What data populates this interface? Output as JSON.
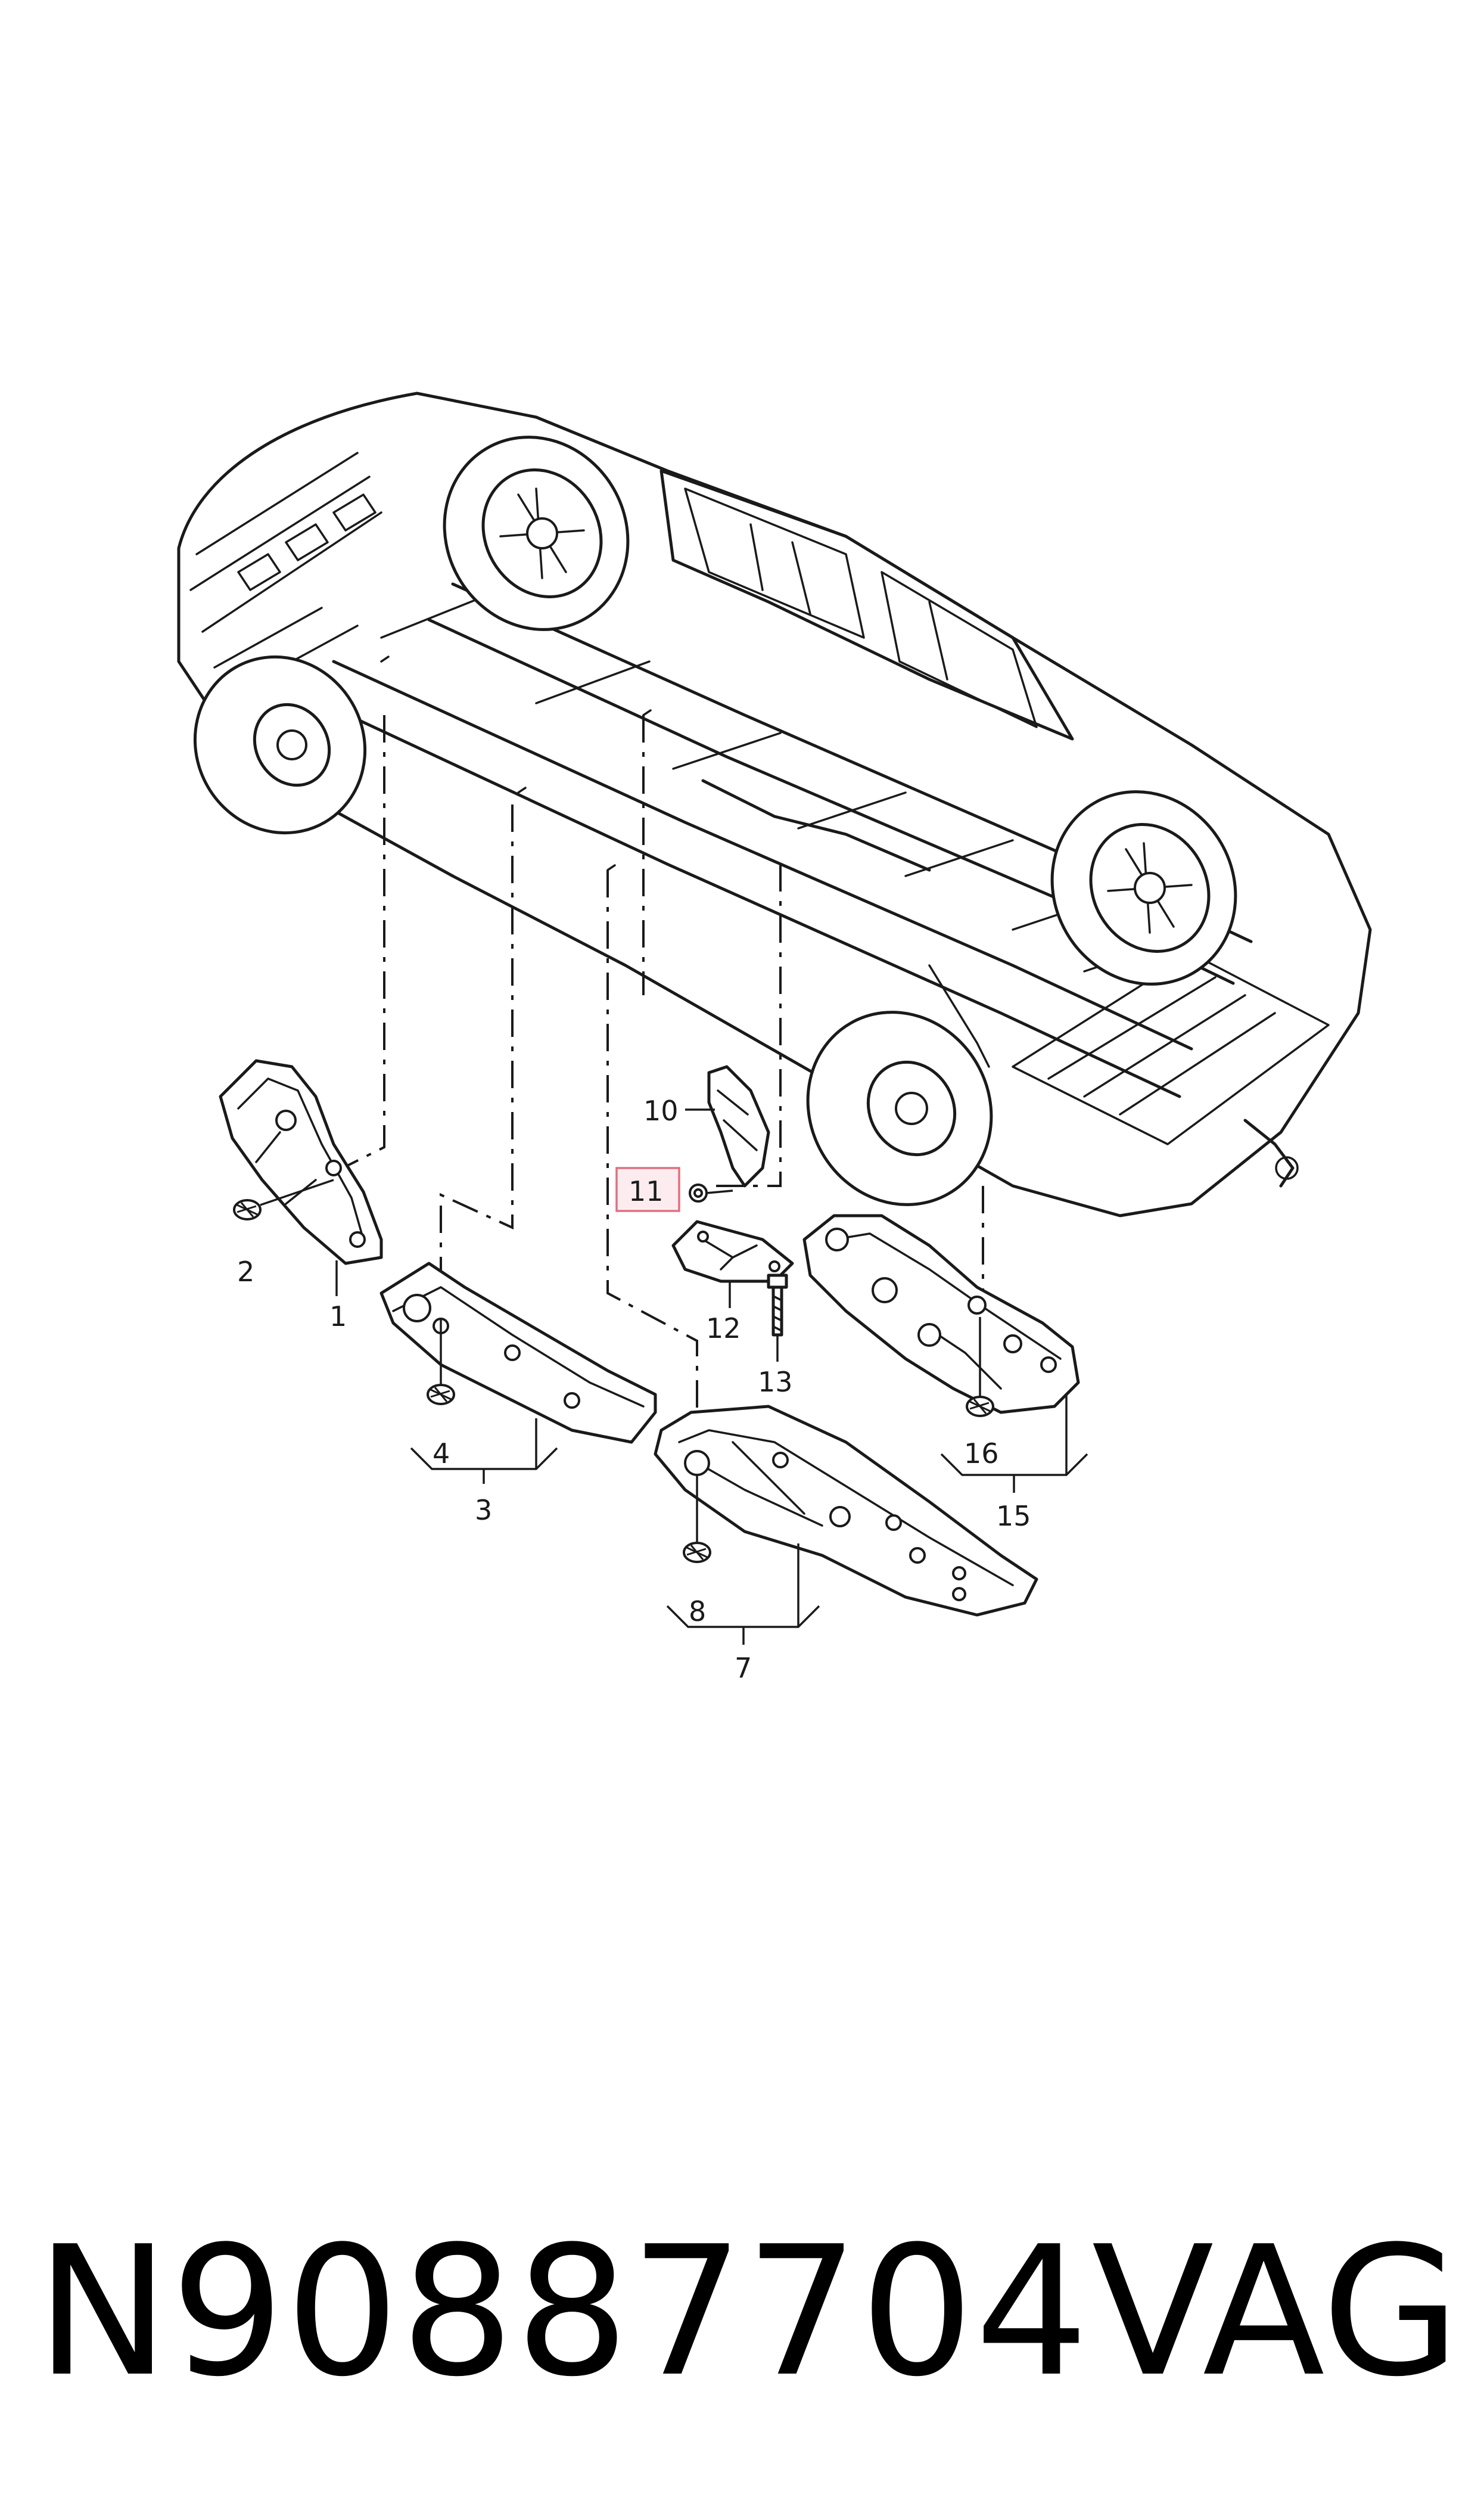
{
  "diagram": {
    "callouts": {
      "c1": "1",
      "c2": "2",
      "c3": "3",
      "c4": "4",
      "c7": "7",
      "c8": "8",
      "c10": "10",
      "c11": "11",
      "c12": "12",
      "c13": "13",
      "c15": "15",
      "c16": "16"
    },
    "highlighted_callout": "11",
    "highlight_color": "#e0707f"
  },
  "footer": {
    "part_number": "N90887704",
    "brand": "VAG"
  }
}
